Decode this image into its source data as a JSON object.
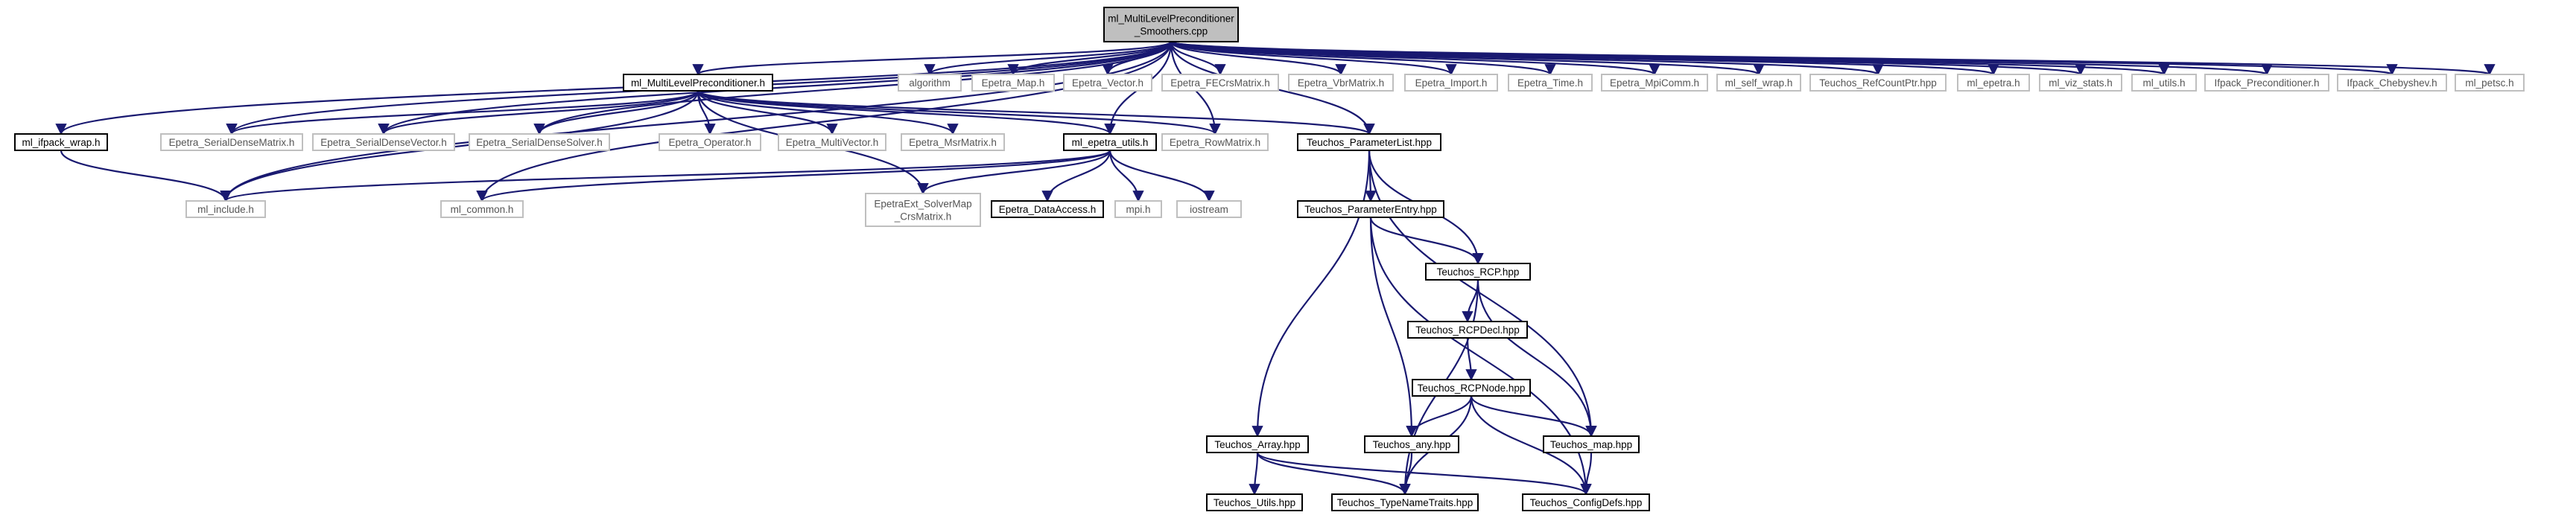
{
  "colors": {
    "edge": "#191970",
    "root_fill": "#bfbfbf",
    "box_border": "#000000",
    "external_border": "#bfbfbf"
  },
  "nodes": {
    "root": [
      "ml_MultiLevelPreconditioner",
      "_Smoothers.cpp"
    ],
    "ml_mlp_h": [
      "ml_MultiLevelPreconditioner.h"
    ],
    "algorithm": [
      "algorithm"
    ],
    "epetra_map": [
      "Epetra_Map.h"
    ],
    "epetra_vector": [
      "Epetra_Vector.h"
    ],
    "epetra_fecrs": [
      "Epetra_FECrsMatrix.h"
    ],
    "epetra_vbr": [
      "Epetra_VbrMatrix.h"
    ],
    "epetra_import": [
      "Epetra_Import.h"
    ],
    "epetra_time": [
      "Epetra_Time.h"
    ],
    "epetra_mpicomm": [
      "Epetra_MpiComm.h"
    ],
    "ml_self_wrap": [
      "ml_self_wrap.h"
    ],
    "teuchos_refcount": [
      "Teuchos_RefCountPtr.hpp"
    ],
    "ml_epetra": [
      "ml_epetra.h"
    ],
    "ml_viz_stats": [
      "ml_viz_stats.h"
    ],
    "ml_utils": [
      "ml_utils.h"
    ],
    "ifpack_prec": [
      "Ifpack_Preconditioner.h"
    ],
    "ifpack_cheb": [
      "Ifpack_Chebyshev.h"
    ],
    "ml_petsc": [
      "ml_petsc.h"
    ],
    "ml_ifpack_wrap": [
      "ml_ifpack_wrap.h"
    ],
    "sd_matrix": [
      "Epetra_SerialDenseMatrix.h"
    ],
    "sd_vector": [
      "Epetra_SerialDenseVector.h"
    ],
    "sd_solver": [
      "Epetra_SerialDenseSolver.h"
    ],
    "epetra_operator": [
      "Epetra_Operator.h"
    ],
    "epetra_multivector": [
      "Epetra_MultiVector.h"
    ],
    "epetra_msr": [
      "Epetra_MsrMatrix.h"
    ],
    "ml_epetra_utils": [
      "ml_epetra_utils.h"
    ],
    "epetra_rowmatrix": [
      "Epetra_RowMatrix.h"
    ],
    "teuchos_paramlist": [
      "Teuchos_ParameterList.hpp"
    ],
    "ml_include": [
      "ml_include.h"
    ],
    "ml_common": [
      "ml_common.h"
    ],
    "epetraext_solvermap": [
      "EpetraExt_SolverMap",
      "_CrsMatrix.h"
    ],
    "epetra_dataaccess": [
      "Epetra_DataAccess.h"
    ],
    "mpi_h": [
      "mpi.h"
    ],
    "iostream": [
      "iostream"
    ],
    "teuchos_paramentry": [
      "Teuchos_ParameterEntry.hpp"
    ],
    "teuchos_rcp": [
      "Teuchos_RCP.hpp"
    ],
    "teuchos_rcpdecl": [
      "Teuchos_RCPDecl.hpp"
    ],
    "teuchos_rcpnode": [
      "Teuchos_RCPNode.hpp"
    ],
    "teuchos_array": [
      "Teuchos_Array.hpp"
    ],
    "teuchos_any": [
      "Teuchos_any.hpp"
    ],
    "teuchos_map": [
      "Teuchos_map.hpp"
    ],
    "teuchos_utils": [
      "Teuchos_Utils.hpp"
    ],
    "teuchos_typenametraits": [
      "Teuchos_TypeNameTraits.hpp"
    ],
    "teuchos_configdefs": [
      "Teuchos_ConfigDefs.hpp"
    ]
  }
}
